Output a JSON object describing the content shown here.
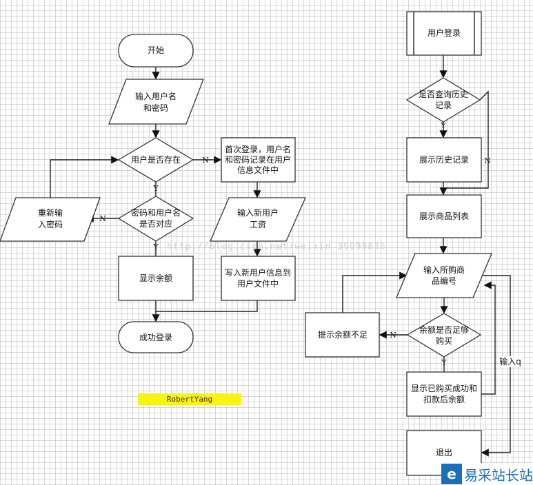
{
  "left_flow": {
    "start": "开始",
    "input_credentials": [
      "输入用户名",
      "和密码"
    ],
    "user_exists": "用户是否存在",
    "password_match": [
      "密码和用户名",
      "是否对应"
    ],
    "show_balance": "显示余额",
    "login_success": "成功登录",
    "reenter_password": [
      "重新输",
      "入密码"
    ],
    "first_login": [
      "首次登录，用户名",
      "和密码记录在用户",
      "信息文件中"
    ],
    "input_salary": [
      "输入新用户",
      "工资"
    ],
    "write_user": [
      "写入新用户信息到",
      "用户文件中"
    ]
  },
  "right_flow": {
    "user_login": "用户登录",
    "query_history": [
      "是否查询历史",
      "记录"
    ],
    "show_history": "展示历史记录",
    "show_products": "展示商品列表",
    "input_product": [
      "输入所购商",
      "品编号"
    ],
    "balance_enough": [
      "余额是否足够",
      "购买"
    ],
    "insufficient": "提示余额不足",
    "purchase_success": [
      "显示已购买成功和",
      "扣款后余额"
    ],
    "exit": "退出"
  },
  "labels": {
    "yes": "Y",
    "no": "N",
    "input_q": "输入q"
  },
  "author": "RobertYang",
  "watermark": "http://blog.csdn.net/weixin_39099836",
  "logo": {
    "text": "易采站长站",
    "icon": "e-logo-icon"
  }
}
